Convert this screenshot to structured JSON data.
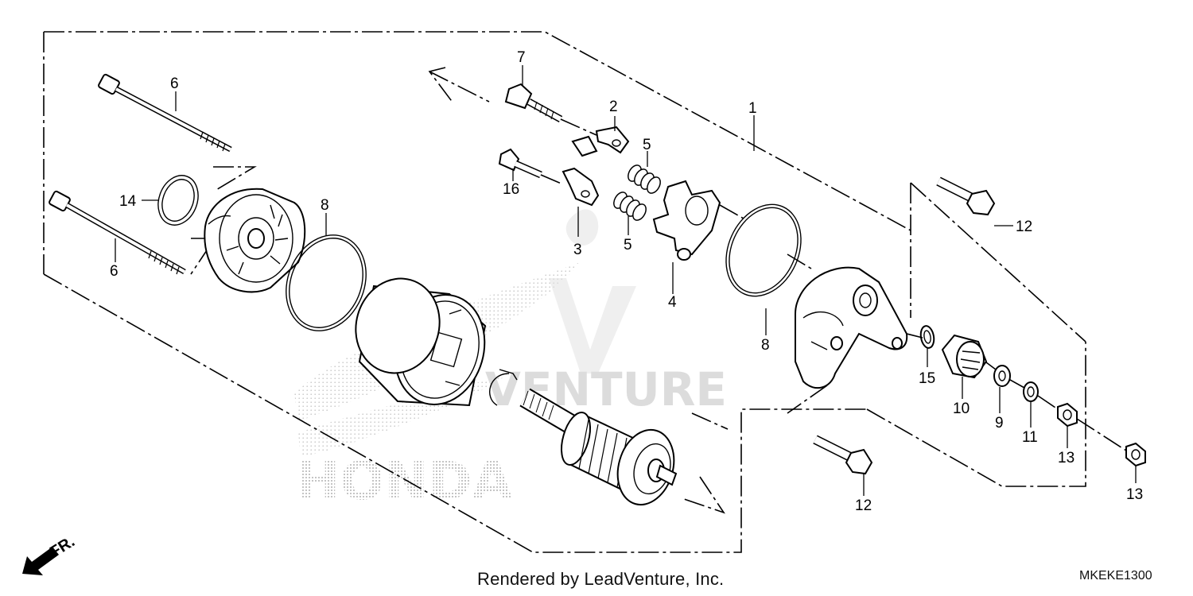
{
  "diagram": {
    "callouts": [
      {
        "id": "c1",
        "text": "1"
      },
      {
        "id": "c2",
        "text": "2"
      },
      {
        "id": "c3",
        "text": "3"
      },
      {
        "id": "c4",
        "text": "4"
      },
      {
        "id": "c5a",
        "text": "5"
      },
      {
        "id": "c5b",
        "text": "5"
      },
      {
        "id": "c6a",
        "text": "6"
      },
      {
        "id": "c6b",
        "text": "6"
      },
      {
        "id": "c7",
        "text": "7"
      },
      {
        "id": "c8a",
        "text": "8"
      },
      {
        "id": "c8b",
        "text": "8"
      },
      {
        "id": "c9",
        "text": "9"
      },
      {
        "id": "c10",
        "text": "10"
      },
      {
        "id": "c11",
        "text": "11"
      },
      {
        "id": "c12a",
        "text": "12"
      },
      {
        "id": "c12b",
        "text": "12"
      },
      {
        "id": "c13a",
        "text": "13"
      },
      {
        "id": "c13b",
        "text": "13"
      },
      {
        "id": "c14",
        "text": "14"
      },
      {
        "id": "c15",
        "text": "15"
      },
      {
        "id": "c16",
        "text": "16"
      }
    ],
    "direction_label": "FR.",
    "watermark_text": "VENTURE",
    "brand_watermark": "HONDA"
  },
  "footer": {
    "credit": "Rendered by LeadVenture, Inc.",
    "code": "MKEKE1300"
  }
}
